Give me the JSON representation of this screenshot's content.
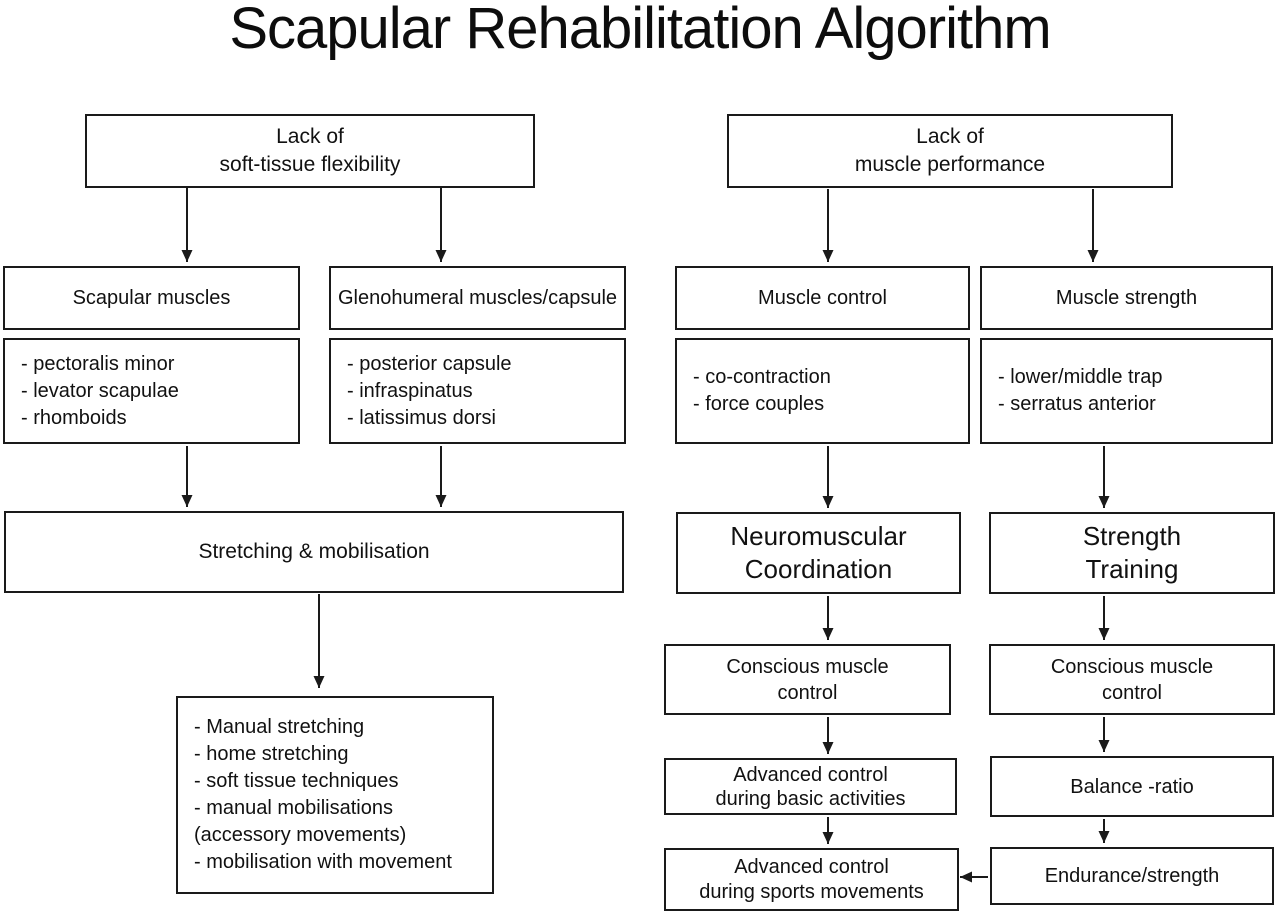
{
  "title": "Scapular Rehabilitation Algorithm",
  "flexibility_branch": {
    "root": "Lack of\nsoft-tissue flexibility",
    "scapular_muscles": {
      "label": "Scapular muscles",
      "targets": [
        "- pectoralis minor",
        "- levator scapulae",
        "- rhomboids"
      ]
    },
    "glenohumeral": {
      "label": "Glenohumeral muscles/capsule",
      "targets": [
        "- posterior capsule",
        "- infraspinatus",
        "- latissimus dorsi"
      ]
    },
    "intervention": "Stretching & mobilisation",
    "techniques": [
      "- Manual stretching",
      "- home stretching",
      "- soft tissue techniques",
      "- manual mobilisations",
      "(accessory movements)",
      "- mobilisation with movement"
    ]
  },
  "performance_branch": {
    "root": "Lack of\nmuscle performance",
    "muscle_control": {
      "label": "Muscle control",
      "targets": [
        "- co-contraction",
        "- force couples"
      ],
      "intervention": "Neuromuscular\nCoordination",
      "steps": [
        "Conscious muscle\ncontrol",
        "Advanced control\nduring basic activities",
        "Advanced control\nduring sports movements"
      ]
    },
    "muscle_strength": {
      "label": "Muscle strength",
      "targets": [
        "- lower/middle trap",
        "- serratus anterior"
      ],
      "intervention": "Strength\nTraining",
      "steps": [
        "Conscious muscle\ncontrol",
        "Balance -ratio",
        "Endurance/strength"
      ]
    }
  },
  "colors": {
    "line": "#1a1a1a",
    "background": "#ffffff"
  }
}
